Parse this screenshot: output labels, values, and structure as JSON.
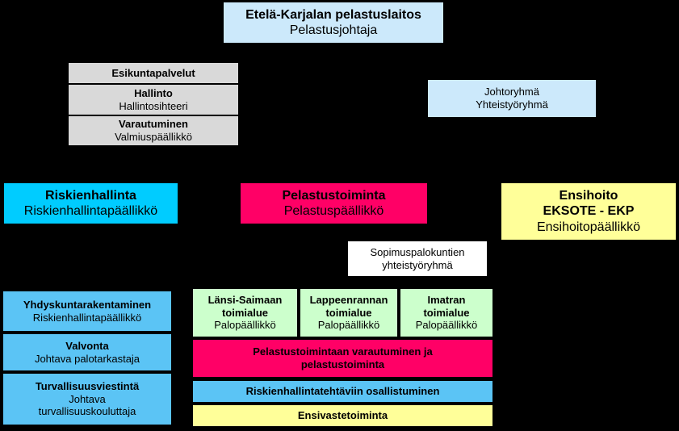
{
  "top": {
    "title": "Etelä-Karjalan pelastuslaitos",
    "subtitle": "Pelastusjohtaja"
  },
  "staff": {
    "header": "Esikuntapalvelut",
    "admin_title": "Hallinto",
    "admin_sub": "Hallintosihteeri",
    "prep_title": "Varautuminen",
    "prep_sub": "Valmiuspäällikkö"
  },
  "groups": {
    "line1": "Johtoryhmä",
    "line2": "Yhteistyöryhmä"
  },
  "risk": {
    "title": "Riskienhallinta",
    "sub": "Riskienhallintapäällikkö"
  },
  "rescue": {
    "title": "Pelastustoiminta",
    "sub": "Pelastuspäällikkö"
  },
  "ems": {
    "title1": "Ensihoito",
    "title2": "EKSOTE - EKP",
    "sub": "Ensihoitopäällikkö"
  },
  "contract": {
    "line1": "Sopimuspalokuntien",
    "line2": "yhteistyöryhmä"
  },
  "risk_units": [
    {
      "title": "Yhdyskuntarakentaminen",
      "sub": "Riskienhallintapäällikkö"
    },
    {
      "title": "Valvonta",
      "sub": "Johtava palotarkastaja"
    },
    {
      "title": "Turvallisuusviestintä",
      "sub1": "Johtava",
      "sub2": "turvallisuuskouluttaja"
    }
  ],
  "areas": [
    {
      "title1": "Länsi-Saimaan",
      "title2": "toimialue",
      "sub": "Palopäällikkö"
    },
    {
      "title1": "Lappeenrannan",
      "title2": "toimialue",
      "sub": "Palopäällikkö"
    },
    {
      "title1": "Imatran",
      "title2": "toimialue",
      "sub": "Palopäällikkö"
    }
  ],
  "bands": {
    "prep_line1": "Pelastustoimintaan varautuminen ja",
    "prep_line2": "pelastustoiminta",
    "risk_part": "Riskienhallintatehtäviin osallistuminen",
    "first_resp": "Ensivastetoiminta"
  }
}
